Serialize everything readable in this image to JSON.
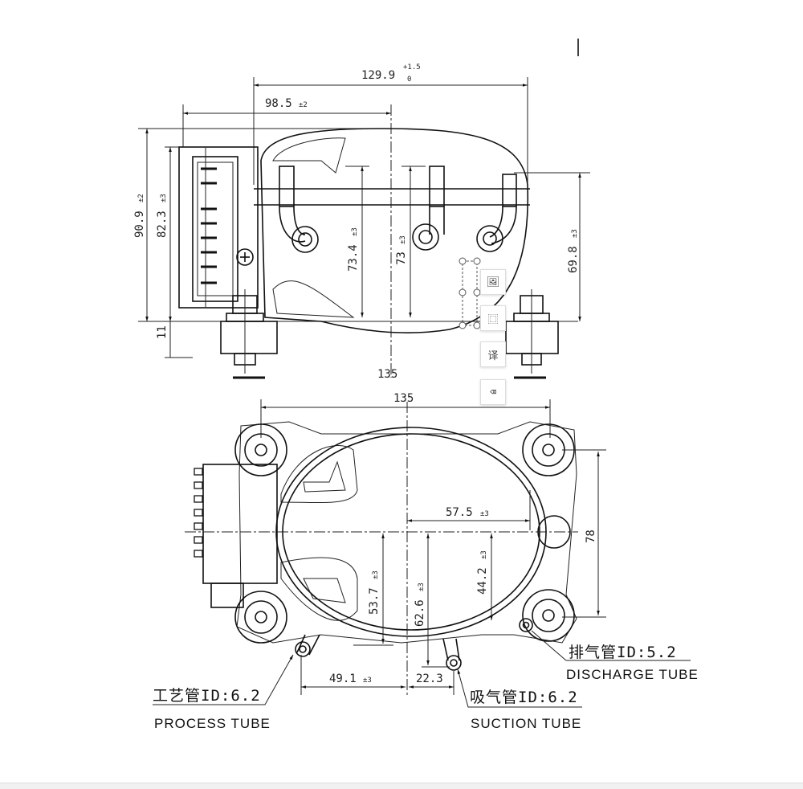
{
  "drawing": {
    "top_view": {
      "dim_overall_length": "129.9",
      "dim_overall_length_tol_upper": "+1.5",
      "dim_overall_length_tol_lower": "0",
      "dim_terminal_to_center": "98.5",
      "dim_terminal_to_center_tol": "±2",
      "dim_total_height": "90.9",
      "dim_total_height_tol": "±2",
      "dim_body_height": "82.3",
      "dim_body_height_tol": "±3",
      "dim_foot_height": "11",
      "dim_process_tube_height": "73.4",
      "dim_process_tube_height_tol": "±3",
      "dim_suction_tube_height": "73",
      "dim_suction_tube_height_tol": "±3",
      "dim_discharge_tube_height": "69.8",
      "dim_discharge_tube_height_tol": "±3",
      "dim_cut_label": "135"
    },
    "bottom_view": {
      "dim_mount_spacing_x": "135",
      "dim_mount_spacing_y": "78",
      "dim_center_to_discharge": "57.5",
      "dim_center_to_discharge_tol": "±3",
      "dim_process_tube_y": "53.7",
      "dim_process_tube_y_tol": "±3",
      "dim_suction_tube_y": "62.6",
      "dim_suction_tube_y_tol": "±3",
      "dim_discharge_tube_y": "44.2",
      "dim_discharge_tube_y_tol": "±3",
      "dim_process_tube_x": "49.1",
      "dim_process_tube_x_tol": "±3",
      "dim_suction_tube_x": "22.3"
    },
    "callouts": {
      "process_cn": "工艺管ID:6.2",
      "process_en": "PROCESS TUBE",
      "suction_cn": "吸气管ID:6.2",
      "suction_en": "SUCTION TUBE",
      "discharge_cn": "排气管ID:5.2",
      "discharge_en": "DISCHARGE TUBE"
    }
  },
  "floating_toolbar": {
    "items": [
      {
        "icon": "image-search-icon"
      },
      {
        "icon": "frame-select-icon"
      },
      {
        "icon": "translate-icon",
        "label": "译"
      },
      {
        "icon": "eraser-icon"
      }
    ]
  }
}
